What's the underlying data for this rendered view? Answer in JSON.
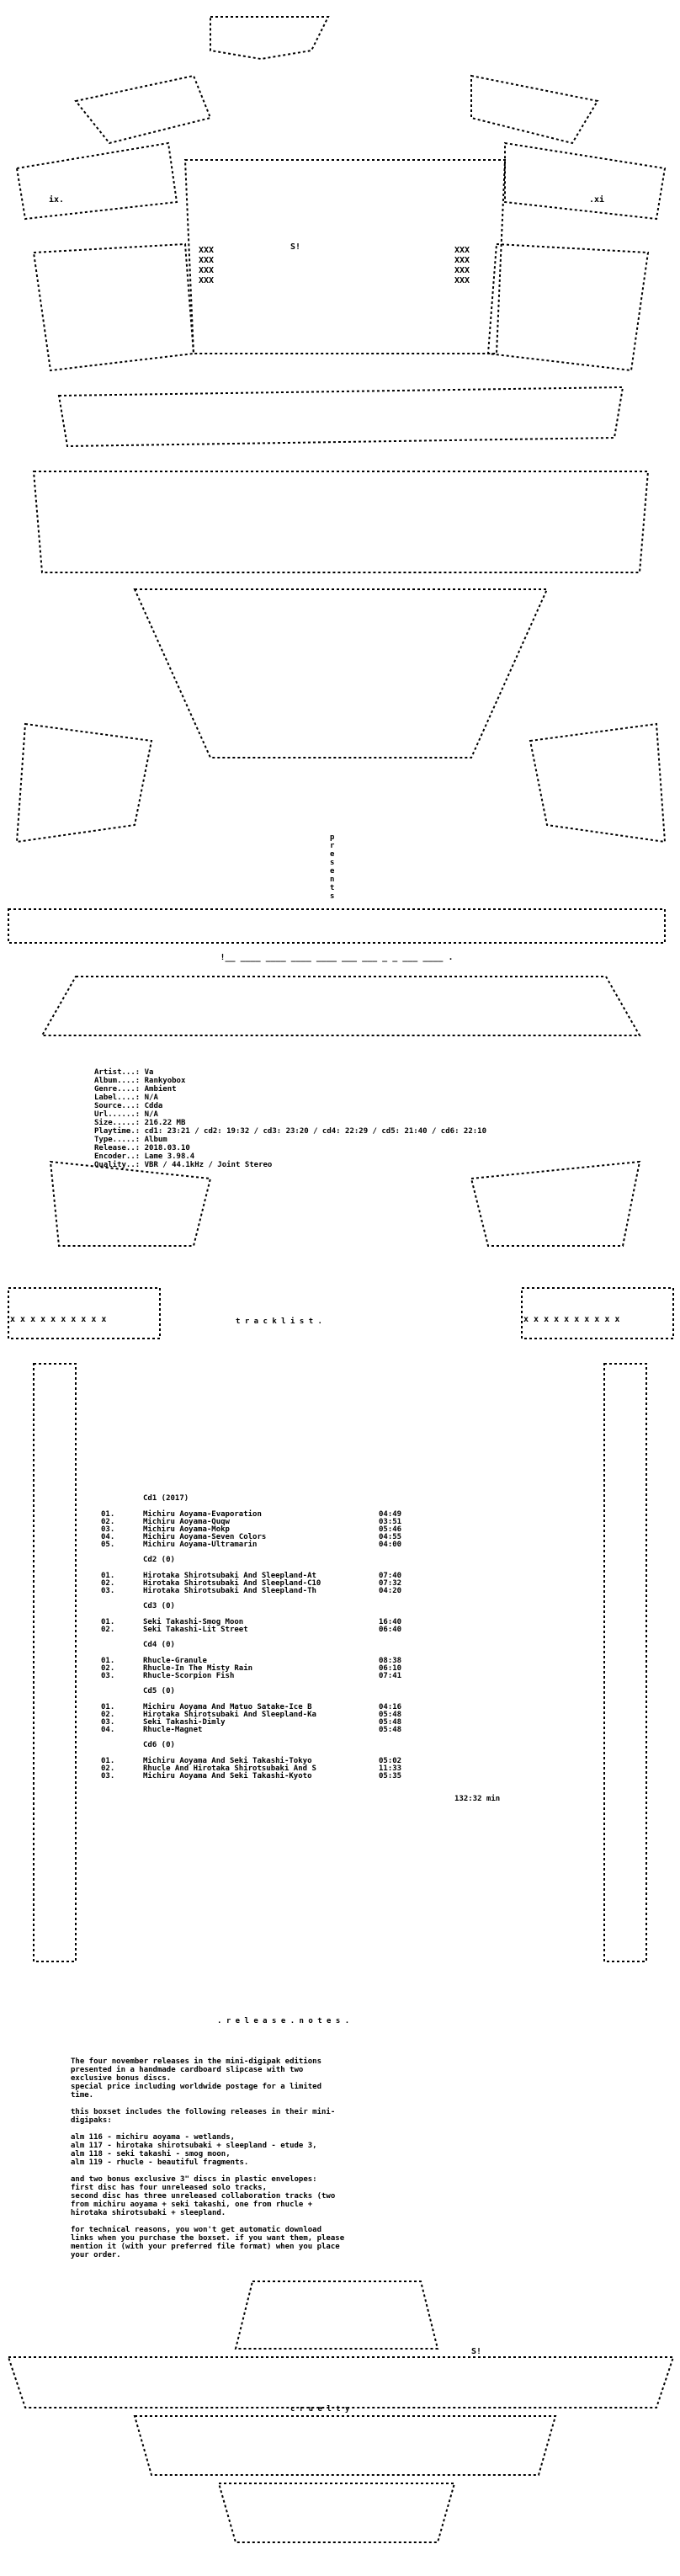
{
  "info": {
    "rows": [
      {
        "label": "Artist...:",
        "value": "Va"
      },
      {
        "label": "Album....:",
        "value": "Rankyobox"
      },
      {
        "label": "Genre....:",
        "value": "Ambient"
      },
      {
        "label": "Label....:",
        "value": "N/A"
      },
      {
        "label": "Source...:",
        "value": "Cdda"
      },
      {
        "label": "Url......:",
        "value": "N/A"
      },
      {
        "label": "Size.....:",
        "value": "216.22 MB"
      },
      {
        "label": "Playtime.:",
        "value": "cd1: 23:21 / cd2: 19:32 / cd3: 23:20 / cd4: 22:29 / cd5: 21:40 / cd6: 22:10"
      },
      {
        "label": "Type.....:",
        "value": "Album"
      },
      {
        "label": "Release..:",
        "value": "2018.03.10"
      },
      {
        "label": "Encoder..:",
        "value": "Lame 3.98.4"
      },
      {
        "label": "Quality..:",
        "value": "VBR / 44.1kHz / Joint Stereo"
      }
    ]
  },
  "presents": "p r e s e n t s",
  "tracklist": {
    "heading": "t r a c k l i s t .",
    "discs": [
      {
        "title": "Cd1 (2017)",
        "tracks": [
          {
            "no": "01.",
            "name": "Michiru Aoyama-Evaporation",
            "time": "04:49"
          },
          {
            "no": "02.",
            "name": "Michiru Aoyama-Quqw",
            "time": "03:51"
          },
          {
            "no": "03.",
            "name": "Michiru Aoyama-Mokp",
            "time": "05:46"
          },
          {
            "no": "04.",
            "name": "Michiru Aoyama-Seven Colors",
            "time": "04:55"
          },
          {
            "no": "05.",
            "name": "Michiru Aoyama-Ultramarin",
            "time": "04:00"
          }
        ]
      },
      {
        "title": "Cd2 (0)",
        "tracks": [
          {
            "no": "01.",
            "name": "Hirotaka Shirotsubaki And Sleepland-At",
            "time": "07:40"
          },
          {
            "no": "02.",
            "name": "Hirotaka Shirotsubaki And Sleepland-C10",
            "time": "07:32"
          },
          {
            "no": "03.",
            "name": "Hirotaka Shirotsubaki And Sleepland-Th",
            "time": "04:20"
          }
        ]
      },
      {
        "title": "Cd3 (0)",
        "tracks": [
          {
            "no": "01.",
            "name": "Seki Takashi-Smog Moon",
            "time": "16:40"
          },
          {
            "no": "02.",
            "name": "Seki Takashi-Lit Street",
            "time": "06:40"
          }
        ]
      },
      {
        "title": "Cd4 (0)",
        "tracks": [
          {
            "no": "01.",
            "name": "Rhucle-Granule",
            "time": "08:38"
          },
          {
            "no": "02.",
            "name": "Rhucle-In The Misty Rain",
            "time": "06:10"
          },
          {
            "no": "03.",
            "name": "Rhucle-Scorpion Fish",
            "time": "07:41"
          }
        ]
      },
      {
        "title": "Cd5 (0)",
        "tracks": [
          {
            "no": "01.",
            "name": "Michiru Aoyama And Matuo Satake-Ice B",
            "time": "04:16"
          },
          {
            "no": "02.",
            "name": "Hirotaka Shirotsubaki And Sleepland-Ka",
            "time": "05:48"
          },
          {
            "no": "03.",
            "name": "Seki Takashi-Dimly",
            "time": "05:48"
          },
          {
            "no": "04.",
            "name": "Rhucle-Magnet",
            "time": "05:48"
          }
        ]
      },
      {
        "title": "Cd6 (0)",
        "tracks": [
          {
            "no": "01.",
            "name": "Michiru Aoyama And Seki Takashi-Tokyo",
            "time": "05:02"
          },
          {
            "no": "02.",
            "name": "Rhucle And Hirotaka Shirotsubaki And S",
            "time": "11:33"
          },
          {
            "no": "03.",
            "name": "Michiru Aoyama And Seki Takashi-Kyoto",
            "time": "05:35"
          }
        ]
      }
    ],
    "total": "132:32 min"
  },
  "release_notes": {
    "heading": ". r e l e a s e . n o t e s .",
    "lines": [
      "The four november releases in the mini-digipak editions",
      "presented in a handmade cardboard slipcase with two",
      "exclusive bonus discs.",
      "special price including worldwide postage for a limited",
      "time.",
      "",
      "this boxset includes the following releases in their mini-",
      "digipaks:",
      "",
      "alm 116 - michiru aoyama - wetlands,",
      "alm 117 - hirotaka shirotsubaki + sleepland - etude 3,",
      "alm 118 - seki takashi - smog moon,",
      "alm 119 - rhucle - beautiful fragments.",
      "",
      "and two bonus exclusive 3\" discs in plastic envelopes:",
      "first disc has four unreleased solo tracks,",
      "second disc has three unreleased collaboration tracks (two",
      "from michiru aoyama + seki takashi, one from rhucle +",
      "hirotaka shirotsubaki + sleepland.",
      "",
      "for technical reasons, you won't get automatic download",
      "links when you purchase the boxset. if you want them, please",
      "mention it (with your preferred file format) when you place",
      "your order."
    ]
  },
  "footer": {
    "word": "c r u e l t y"
  },
  "colors": {
    "background": "#ffffff",
    "text": "#000000"
  }
}
